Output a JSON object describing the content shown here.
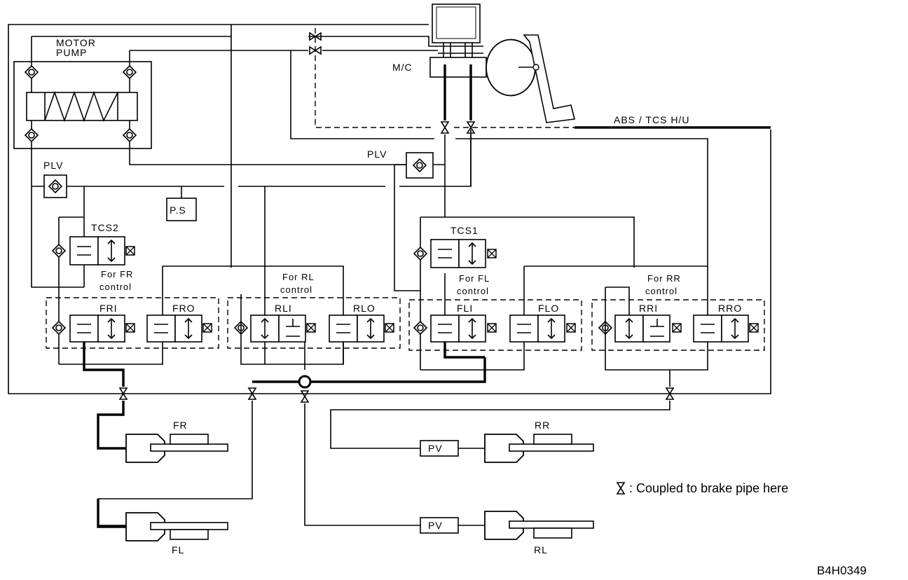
{
  "labels": {
    "motor": "MOTOR",
    "pump": "PUMP",
    "mc": "M/C",
    "unit": "ABS / TCS  H/U",
    "plv_left": "PLV",
    "plv_right": "PLV",
    "ps": "P.S",
    "tcs2": "TCS2",
    "tcs1": "TCS1",
    "for_fr_1": "For FR",
    "for_fr_2": "control",
    "for_rl_1": "For RL",
    "for_rl_2": "control",
    "for_fl_1": "For FL",
    "for_fl_2": "control",
    "for_rr_1": "For RR",
    "for_rr_2": "control",
    "fri": "FRI",
    "fro": "FRO",
    "rli": "RLI",
    "rlo": "RLO",
    "fli": "FLI",
    "flo": "FLO",
    "rri": "RRI",
    "rro": "RRO",
    "wheel_fr": "FR",
    "wheel_fl": "FL",
    "wheel_rr": "RR",
    "wheel_rl": "RL",
    "pv_rr": "PV",
    "pv_rl": "PV"
  },
  "legend": {
    "symbol": "coupling-icon",
    "text": ": Coupled to brake pipe here"
  },
  "figure_code": "B4H0349"
}
